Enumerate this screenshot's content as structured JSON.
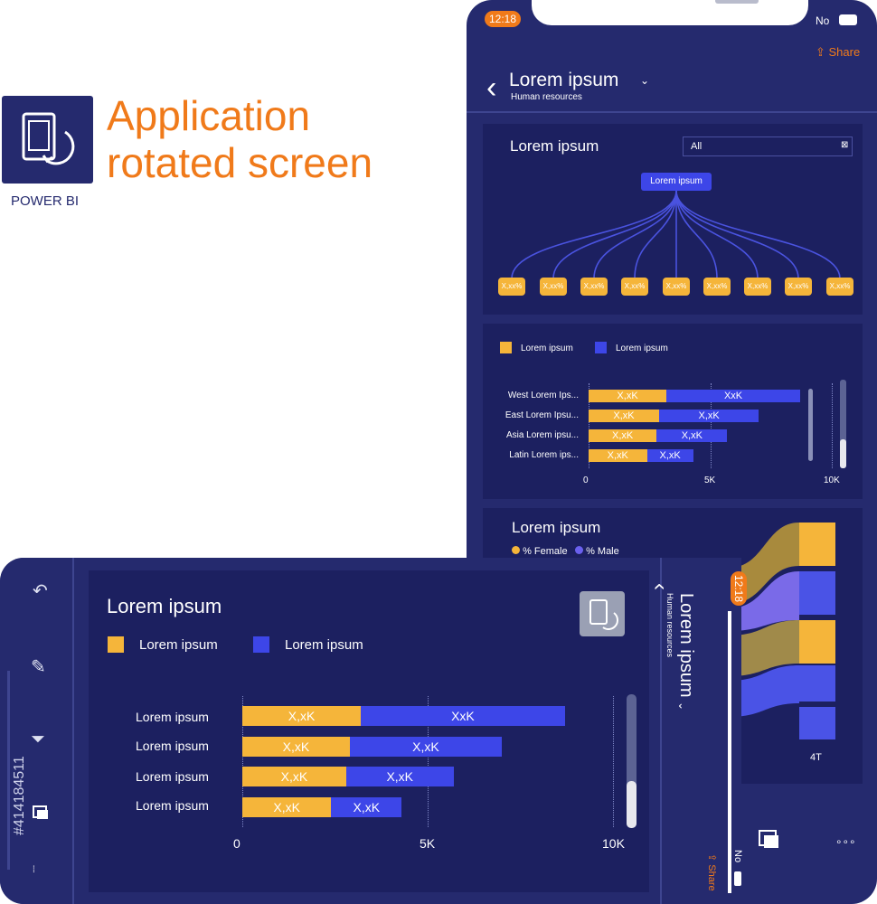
{
  "branding": {
    "headline_line1": "Application",
    "headline_line2": "rotated screen",
    "subtitle": "POWER BI",
    "icon": "rotate-tablet-icon",
    "accent_color": "#f07a1a",
    "brand_color": "#252a6e"
  },
  "portrait": {
    "status": {
      "time": "12:18",
      "no": "No"
    },
    "share_label": "Share",
    "header": {
      "title": "Lorem ipsum",
      "subtitle": "Human resources"
    },
    "decomp": {
      "title": "Lorem ipsum",
      "filter_value": "All",
      "root": "Lorem ipsum",
      "leaves": [
        "X,xx%",
        "X,xx%",
        "X,xx%",
        "X,xx%",
        "X,xx%",
        "X,xx%",
        "X,xx%",
        "X,xx%",
        "X,xx%"
      ]
    },
    "bars": {
      "legend": [
        "Lorem ipsum",
        "Lorem ipsum"
      ],
      "rows": [
        {
          "label": "West Lorem Ips...",
          "a": "X,xK",
          "b": "XxK"
        },
        {
          "label": "East Lorem Ipsu...",
          "a": "X,xK",
          "b": "X,xK"
        },
        {
          "label": "Asia Lorem ipsu...",
          "a": "X,xK",
          "b": "X,xK"
        },
        {
          "label": "Latin Lorem ips...",
          "a": "X,xK",
          "b": "X,xK"
        }
      ],
      "ticks": [
        "0",
        "5K",
        "10K"
      ]
    },
    "sankey": {
      "title": "Lorem ipsum",
      "legend": [
        "% Female",
        "% Male"
      ],
      "axis_label": "4T"
    }
  },
  "landscape": {
    "title": "Lorem ipsum",
    "legend": [
      "Lorem ipsum",
      "Lorem ipsum"
    ],
    "rows": [
      {
        "label": "Lorem ipsum",
        "a": "X,xK",
        "b": "XxK"
      },
      {
        "label": "Lorem ipsum",
        "a": "X,xK",
        "b": "X,xK"
      },
      {
        "label": "Lorem ipsum",
        "a": "X,xK",
        "b": "X,xK"
      },
      {
        "label": "Lorem ipsum",
        "a": "X,xK",
        "b": "X,xK"
      }
    ],
    "ticks": [
      "0",
      "5K",
      "10K"
    ],
    "side": {
      "time": "12:18",
      "header_title": "Lorem ipsum",
      "header_subtitle": "Human resources",
      "no": "No",
      "share": "Share"
    },
    "watermark": "#414184511"
  },
  "chart_data": {
    "type": "bar",
    "categories": [
      "West Lorem Ips...",
      "East Lorem Ipsu...",
      "Asia Lorem ipsu...",
      "Latin Lorem ips..."
    ],
    "series": [
      {
        "name": "Lorem ipsum",
        "values": [
          3.2,
          2.9,
          2.8,
          2.4
        ]
      },
      {
        "name": "Lorem ipsum",
        "values": [
          5.5,
          4.1,
          2.9,
          1.9
        ]
      }
    ],
    "xlim": [
      0,
      10
    ],
    "ticks": [
      "0",
      "5K",
      "10K"
    ],
    "colors": [
      "#f5b53a",
      "#3d46e8"
    ]
  }
}
